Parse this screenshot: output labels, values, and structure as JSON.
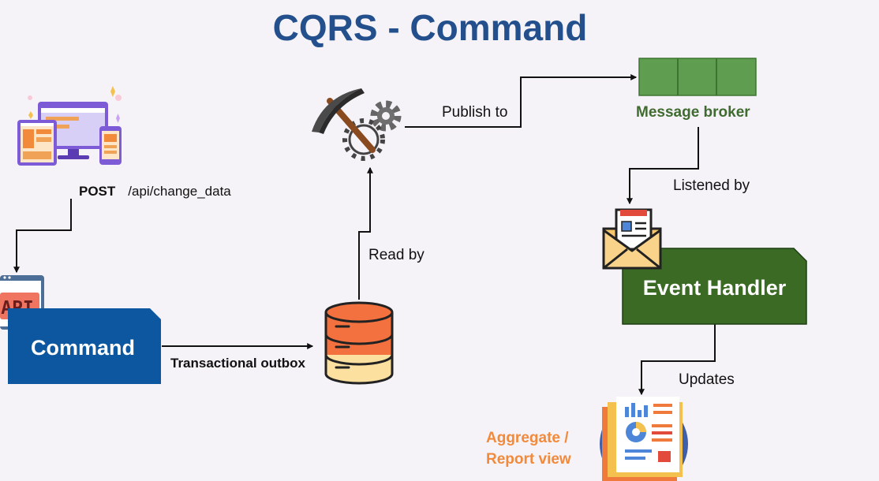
{
  "diagram": {
    "title": "CQRS - Command",
    "request": {
      "method": "POST",
      "path": "/api/change_data"
    },
    "api_badge_text": "API",
    "nodes": {
      "command": "Command",
      "message_broker": "Message broker",
      "event_handler": "Event Handler",
      "aggregate_line1": "Aggregate /",
      "aggregate_line2": "Report view"
    },
    "edges": {
      "transactional_outbox": "Transactional outbox",
      "read_by": "Read by",
      "publish_to": "Publish to",
      "listened_by": "Listened by",
      "updates": "Updates"
    },
    "colors": {
      "title": "#23508c",
      "command_box": "#0d57a0",
      "message_broker": "#5f9e50",
      "message_broker_label": "#3f6b31",
      "event_handler_box": "#3b6a24",
      "database": "#f2713f",
      "aggregate_label": "#f28a3c"
    },
    "icons": [
      "web-app-icon",
      "api-icon",
      "database-icon",
      "pickaxe-gear-icon",
      "message-broker-queue-icon",
      "newsletter-envelope-icon",
      "report-icon"
    ]
  }
}
